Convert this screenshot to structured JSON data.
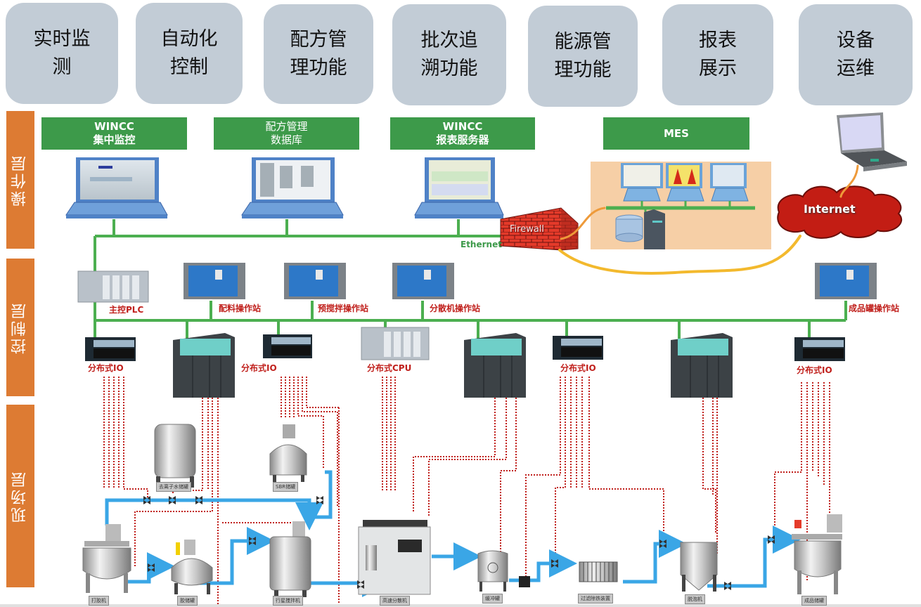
{
  "functions": [
    {
      "label": "实时监\n测"
    },
    {
      "label": "自动化\n控制"
    },
    {
      "label": "配方管\n理功能"
    },
    {
      "label": "批次追\n溯功能"
    },
    {
      "label": "能源管\n理功能"
    },
    {
      "label": "报表\n展示"
    },
    {
      "label": "设备\n运维"
    }
  ],
  "layers": {
    "operation": "操作层",
    "control": "控制层",
    "field": "现场层"
  },
  "operation": {
    "headers": [
      {
        "label": "WINCC\n集中监控"
      },
      {
        "label": "配方管理\n数据库"
      },
      {
        "label": "WINCC\n报表服务器"
      },
      {
        "label": "MES"
      }
    ],
    "network_label": "Ethernet",
    "firewall_label": "Firewall",
    "internet_label": "Internet"
  },
  "control": {
    "stations": [
      {
        "label": "主控PLC"
      },
      {
        "label": "配料操作站"
      },
      {
        "label": "预搅拌操作站"
      },
      {
        "label": "分散机操作站"
      },
      {
        "label": "成品罐操作站"
      }
    ],
    "io": [
      {
        "label": "分布式IO"
      },
      {
        "label": "分布式IO"
      },
      {
        "label": "分布式CPU"
      },
      {
        "label": "分布式IO"
      },
      {
        "label": "分布式IO"
      }
    ]
  },
  "field": {
    "equipment": [
      {
        "label": "去离子水储罐"
      },
      {
        "label": "SBR储罐"
      },
      {
        "label": "打胶机"
      },
      {
        "label": "胶储罐"
      },
      {
        "label": "行星搅拌机"
      },
      {
        "label": "高速分散机"
      },
      {
        "label": "缓冲罐"
      },
      {
        "label": "过滤除铁装置"
      },
      {
        "label": "脱泡机"
      },
      {
        "label": "成品储罐"
      }
    ]
  },
  "colors": {
    "layer": "#dd7b33",
    "header_green": "#3d9a4a",
    "bus_green": "#4caf50",
    "pipe_blue": "#3aa6e6",
    "signal_red": "#c0201c",
    "function_box": "#c2ccd6"
  }
}
